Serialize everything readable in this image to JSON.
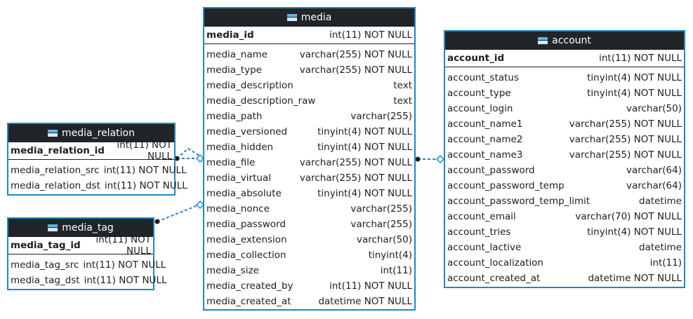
{
  "tables": {
    "media": {
      "title": "media",
      "pk": {
        "name": "media_id",
        "type": "int(11) NOT NULL"
      },
      "columns": [
        {
          "name": "media_name",
          "type": "varchar(255) NOT NULL"
        },
        {
          "name": "media_type",
          "type": "varchar(255) NOT NULL"
        },
        {
          "name": "media_description",
          "type": "text"
        },
        {
          "name": "media_description_raw",
          "type": "text"
        },
        {
          "name": "media_path",
          "type": "varchar(255)"
        },
        {
          "name": "media_versioned",
          "type": "tinyint(4) NOT NULL"
        },
        {
          "name": "media_hidden",
          "type": "tinyint(4) NOT NULL"
        },
        {
          "name": "media_file",
          "type": "varchar(255) NOT NULL"
        },
        {
          "name": "media_virtual",
          "type": "varchar(255) NOT NULL"
        },
        {
          "name": "media_absolute",
          "type": "tinyint(4) NOT NULL"
        },
        {
          "name": "media_nonce",
          "type": "varchar(255)"
        },
        {
          "name": "media_password",
          "type": "varchar(255)"
        },
        {
          "name": "media_extension",
          "type": "varchar(50)"
        },
        {
          "name": "media_collection",
          "type": "tinyint(4)"
        },
        {
          "name": "media_size",
          "type": "int(11)"
        },
        {
          "name": "media_created_by",
          "type": "int(11) NOT NULL"
        },
        {
          "name": "media_created_at",
          "type": "datetime NOT NULL"
        }
      ]
    },
    "account": {
      "title": "account",
      "pk": {
        "name": "account_id",
        "type": "int(11) NOT NULL"
      },
      "columns": [
        {
          "name": "account_status",
          "type": "tinyint(4) NOT NULL"
        },
        {
          "name": "account_type",
          "type": "tinyint(4) NOT NULL"
        },
        {
          "name": "account_login",
          "type": "varchar(50)"
        },
        {
          "name": "account_name1",
          "type": "varchar(255) NOT NULL"
        },
        {
          "name": "account_name2",
          "type": "varchar(255) NOT NULL"
        },
        {
          "name": "account_name3",
          "type": "varchar(255) NOT NULL"
        },
        {
          "name": "account_password",
          "type": "varchar(64)"
        },
        {
          "name": "account_password_temp",
          "type": "varchar(64)"
        },
        {
          "name": "account_password_temp_limit",
          "type": "datetime"
        },
        {
          "name": "account_email",
          "type": "varchar(70) NOT NULL"
        },
        {
          "name": "account_tries",
          "type": "tinyint(4) NOT NULL"
        },
        {
          "name": "account_lactive",
          "type": "datetime"
        },
        {
          "name": "account_localization",
          "type": "int(11)"
        },
        {
          "name": "account_created_at",
          "type": "datetime NOT NULL"
        }
      ]
    },
    "media_relation": {
      "title": "media_relation",
      "pk": {
        "name": "media_relation_id",
        "type": "int(11) NOT NULL"
      },
      "columns": [
        {
          "name": "media_relation_src",
          "type": "int(11) NOT NULL"
        },
        {
          "name": "media_relation_dst",
          "type": "int(11) NOT NULL"
        }
      ]
    },
    "media_tag": {
      "title": "media_tag",
      "pk": {
        "name": "media_tag_id",
        "type": "int(11) NOT NULL"
      },
      "columns": [
        {
          "name": "media_tag_src",
          "type": "int(11) NOT NULL"
        },
        {
          "name": "media_tag_dst",
          "type": "int(11) NOT NULL"
        }
      ]
    }
  },
  "colors": {
    "border": "#1e87c8",
    "header": "#212529",
    "link": "#1e87c8"
  }
}
